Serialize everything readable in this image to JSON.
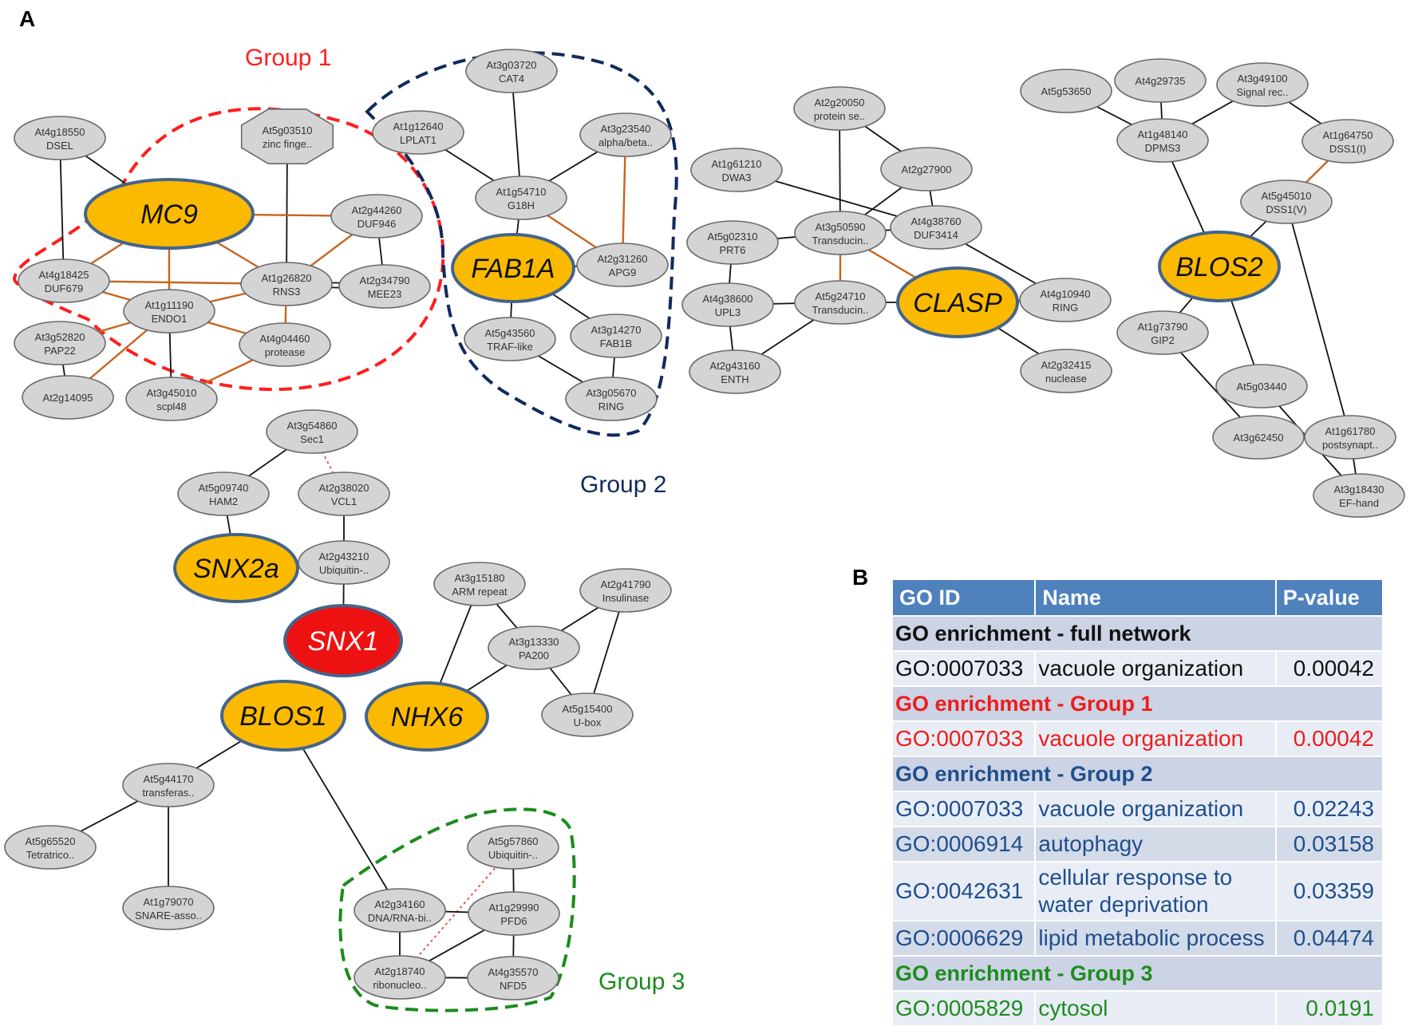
{
  "panel_labels": {
    "a": "A",
    "b": "B"
  },
  "groups": {
    "group1": {
      "label": "Group 1",
      "color": "#ff1e1e"
    },
    "group2": {
      "label": "Group 2",
      "color": "#0f2a5e"
    },
    "group3": {
      "label": "Group 3",
      "color": "#1a8c1a"
    }
  },
  "colors": {
    "node_gray": "#d4d4d4",
    "key_node": "#fbba00",
    "snx1_node": "#ee1111",
    "edge_black": "#111111",
    "edge_orange": "#c8641e",
    "edge_red_dotted": "#e85050"
  },
  "network": {
    "nodes": [
      {
        "id": "At4g18550",
        "line1": "At4g18550",
        "line2": "DSEL"
      },
      {
        "id": "At5g03510",
        "line1": "At5g03510",
        "line2": "zinc finge..",
        "shape": "octagon"
      },
      {
        "id": "MC9",
        "label": "MC9",
        "kind": "key"
      },
      {
        "id": "At2g44260",
        "line1": "At2g44260",
        "line2": "DUF946"
      },
      {
        "id": "At4g18425",
        "line1": "At4g18425",
        "line2": "DUF679"
      },
      {
        "id": "At1g26820",
        "line1": "At1g26820",
        "line2": "RNS3"
      },
      {
        "id": "At2g34790",
        "line1": "At2g34790",
        "line2": "MEE23"
      },
      {
        "id": "At1g11190",
        "line1": "At1g11190",
        "line2": "ENDO1"
      },
      {
        "id": "At3g52820",
        "line1": "At3g52820",
        "line2": "PAP22"
      },
      {
        "id": "At4g04460",
        "line1": "At4g04460",
        "line2": "protease"
      },
      {
        "id": "At2g14095",
        "line1": "At2g14095",
        "line2": ""
      },
      {
        "id": "At3g45010",
        "line1": "At3g45010",
        "line2": "scpl48"
      },
      {
        "id": "At3g03720",
        "line1": "At3g03720",
        "line2": "CAT4"
      },
      {
        "id": "At1g12640",
        "line1": "At1g12640",
        "line2": "LPLAT1"
      },
      {
        "id": "At3g23540",
        "line1": "At3g23540",
        "line2": "alpha/beta.."
      },
      {
        "id": "At1g54710",
        "line1": "At1g54710",
        "line2": "G18H"
      },
      {
        "id": "FAB1A",
        "label": "FAB1A",
        "kind": "key"
      },
      {
        "id": "At2g31260",
        "line1": "At2g31260",
        "line2": "APG9"
      },
      {
        "id": "At5g43560",
        "line1": "At5g43560",
        "line2": "TRAF-like"
      },
      {
        "id": "At3g14270",
        "line1": "At3g14270",
        "line2": "FAB1B"
      },
      {
        "id": "At3g05670",
        "line1": "At3g05670",
        "line2": "RING"
      },
      {
        "id": "At2g20050",
        "line1": "At2g20050",
        "line2": "protein se.."
      },
      {
        "id": "At1g61210",
        "line1": "At1g61210",
        "line2": "DWA3"
      },
      {
        "id": "At2g27900",
        "line1": "At2g27900",
        "line2": ""
      },
      {
        "id": "At3g50590",
        "line1": "At3g50590",
        "line2": "Transducin.."
      },
      {
        "id": "At4g38760",
        "line1": "At4g38760",
        "line2": "DUF3414"
      },
      {
        "id": "At5g02310",
        "line1": "At5g02310",
        "line2": "PRT6"
      },
      {
        "id": "At4g38600",
        "line1": "At4g38600",
        "line2": "UPL3"
      },
      {
        "id": "At5g24710",
        "line1": "At5g24710",
        "line2": "Transducin.."
      },
      {
        "id": "CLASP",
        "label": "CLASP",
        "kind": "key"
      },
      {
        "id": "At4g10940",
        "line1": "At4g10940",
        "line2": "RING"
      },
      {
        "id": "At2g43160",
        "line1": "At2g43160",
        "line2": "ENTH"
      },
      {
        "id": "At2g32415",
        "line1": "At2g32415",
        "line2": "nuclease"
      },
      {
        "id": "At5g53650",
        "line1": "At5g53650",
        "line2": ""
      },
      {
        "id": "At4g29735",
        "line1": "At4g29735",
        "line2": ""
      },
      {
        "id": "At3g49100",
        "line1": "At3g49100",
        "line2": "Signal rec.."
      },
      {
        "id": "At1g48140",
        "line1": "At1g48140",
        "line2": "DPMS3"
      },
      {
        "id": "At1g64750",
        "line1": "At1g64750",
        "line2": "DSS1(I)"
      },
      {
        "id": "At5g45010",
        "line1": "At5g45010",
        "line2": "DSS1(V)"
      },
      {
        "id": "BLOS2",
        "label": "BLOS2",
        "kind": "key"
      },
      {
        "id": "At1g73790",
        "line1": "At1g73790",
        "line2": "GIP2"
      },
      {
        "id": "At5g03440",
        "line1": "At5g03440",
        "line2": ""
      },
      {
        "id": "At3g62450",
        "line1": "At3g62450",
        "line2": ""
      },
      {
        "id": "At1g61780",
        "line1": "At1g61780",
        "line2": "postsynapt.."
      },
      {
        "id": "At3g18430",
        "line1": "At3g18430",
        "line2": "EF-hand"
      },
      {
        "id": "At3g54860",
        "line1": "At3g54860",
        "line2": "Sec1"
      },
      {
        "id": "At5g09740",
        "line1": "At5g09740",
        "line2": "HAM2"
      },
      {
        "id": "At2g38020",
        "line1": "At2g38020",
        "line2": "VCL1"
      },
      {
        "id": "SNX2a",
        "label": "SNX2a",
        "kind": "key"
      },
      {
        "id": "At2g43210",
        "line1": "At2g43210",
        "line2": "Ubiquitin-.."
      },
      {
        "id": "SNX1",
        "label": "SNX1",
        "kind": "snx1"
      },
      {
        "id": "At3g15180",
        "line1": "At3g15180",
        "line2": "ARM repeat"
      },
      {
        "id": "At2g41790",
        "line1": "At2g41790",
        "line2": "Insulinase"
      },
      {
        "id": "At3g13330",
        "line1": "At3g13330",
        "line2": "PA200"
      },
      {
        "id": "At5g15400",
        "line1": "At5g15400",
        "line2": "U-box"
      },
      {
        "id": "BLOS1",
        "label": "BLOS1",
        "kind": "key"
      },
      {
        "id": "NHX6",
        "label": "NHX6",
        "kind": "key"
      },
      {
        "id": "At5g44170",
        "line1": "At5g44170",
        "line2": "transferas.."
      },
      {
        "id": "At5g65520",
        "line1": "At5g65520",
        "line2": "Tetratrico.."
      },
      {
        "id": "At1g79070",
        "line1": "At1g79070",
        "line2": "SNARE-asso.."
      },
      {
        "id": "At5g57860",
        "line1": "At5g57860",
        "line2": "Ubiquitin-.."
      },
      {
        "id": "At2g34160",
        "line1": "At2g34160",
        "line2": "DNA/RNA-bi.."
      },
      {
        "id": "At1g29990",
        "line1": "At1g29990",
        "line2": "PFD6"
      },
      {
        "id": "At2g18740",
        "line1": "At2g18740",
        "line2": "ribonucleo.."
      },
      {
        "id": "At4g35570",
        "line1": "At4g35570",
        "line2": "NFD5"
      }
    ],
    "edges": [
      [
        "At4g18550",
        "MC9",
        "black"
      ],
      [
        "At4g18550",
        "At4g18425",
        "black"
      ],
      [
        "At5g03510",
        "At1g26820",
        "black"
      ],
      [
        "MC9",
        "At4g18425",
        "orange"
      ],
      [
        "MC9",
        "At1g11190",
        "orange"
      ],
      [
        "MC9",
        "At2g44260",
        "orange"
      ],
      [
        "MC9",
        "At1g26820",
        "orange"
      ],
      [
        "At4g18425",
        "At1g11190",
        "orange"
      ],
      [
        "At4g18425",
        "At1g26820",
        "orange"
      ],
      [
        "At1g26820",
        "At1g11190",
        "orange"
      ],
      [
        "At1g26820",
        "At2g44260",
        "orange"
      ],
      [
        "At1g26820",
        "At2g34790",
        "double"
      ],
      [
        "At1g26820",
        "At4g04460",
        "orange"
      ],
      [
        "At2g44260",
        "At2g34790",
        "black"
      ],
      [
        "At1g11190",
        "At3g52820",
        "orange"
      ],
      [
        "At1g11190",
        "At2g14095",
        "orange"
      ],
      [
        "At1g11190",
        "At3g45010",
        "black"
      ],
      [
        "At1g11190",
        "At4g04460",
        "orange"
      ],
      [
        "At4g04460",
        "At3g45010",
        "orange"
      ],
      [
        "At3g52820",
        "At2g14095",
        "black"
      ],
      [
        "At3g03720",
        "At1g54710",
        "black"
      ],
      [
        "At1g12640",
        "At1g54710",
        "black"
      ],
      [
        "At3g23540",
        "At1g54710",
        "black"
      ],
      [
        "At3g23540",
        "At2g31260",
        "orange"
      ],
      [
        "At1g54710",
        "FAB1A",
        "black"
      ],
      [
        "At1g54710",
        "At2g31260",
        "orange"
      ],
      [
        "FAB1A",
        "At2g31260",
        "black"
      ],
      [
        "FAB1A",
        "At3g14270",
        "black"
      ],
      [
        "FAB1A",
        "At5g43560",
        "black"
      ],
      [
        "At3g14270",
        "At3g05670",
        "black"
      ],
      [
        "At5g43560",
        "At3g05670",
        "black"
      ],
      [
        "At2g20050",
        "At2g27900",
        "black"
      ],
      [
        "At2g20050",
        "At3g50590",
        "black"
      ],
      [
        "At1g61210",
        "At4g38760",
        "black"
      ],
      [
        "At2g27900",
        "At3g50590",
        "black"
      ],
      [
        "At2g27900",
        "At4g38760",
        "black"
      ],
      [
        "At3g50590",
        "At5g02310",
        "black"
      ],
      [
        "At3g50590",
        "At4g38760",
        "black"
      ],
      [
        "At3g50590",
        "At5g24710",
        "orange"
      ],
      [
        "At3g50590",
        "CLASP",
        "orange"
      ],
      [
        "At4g38760",
        "At4g10940",
        "black"
      ],
      [
        "At5g02310",
        "At4g38600",
        "black"
      ],
      [
        "At4g38600",
        "At5g24710",
        "black"
      ],
      [
        "At4g38600",
        "At2g43160",
        "black"
      ],
      [
        "At5g24710",
        "CLASP",
        "black"
      ],
      [
        "At5g24710",
        "At2g43160",
        "black"
      ],
      [
        "CLASP",
        "At4g10940",
        "black"
      ],
      [
        "CLASP",
        "At2g32415",
        "black"
      ],
      [
        "At5g53650",
        "At1g48140",
        "black"
      ],
      [
        "At4g29735",
        "At1g48140",
        "black"
      ],
      [
        "At3g49100",
        "At1g48140",
        "black"
      ],
      [
        "At3g49100",
        "At1g64750",
        "black"
      ],
      [
        "At1g48140",
        "BLOS2",
        "black"
      ],
      [
        "At1g64750",
        "At5g45010",
        "orange"
      ],
      [
        "At5g45010",
        "BLOS2",
        "black"
      ],
      [
        "At5g45010",
        "At1g61780",
        "black"
      ],
      [
        "BLOS2",
        "At1g73790",
        "black"
      ],
      [
        "BLOS2",
        "At5g03440",
        "black"
      ],
      [
        "At1g73790",
        "At3g62450",
        "black"
      ],
      [
        "At5g03440",
        "At3g18430",
        "black"
      ],
      [
        "At3g62450",
        "At1g61780",
        "black"
      ],
      [
        "At1g61780",
        "At3g18430",
        "black"
      ],
      [
        "At3g54860",
        "At5g09740",
        "black"
      ],
      [
        "At3g54860",
        "At2g38020",
        "red-dotted"
      ],
      [
        "At5g09740",
        "SNX2a",
        "black"
      ],
      [
        "At2g38020",
        "At2g43210",
        "black"
      ],
      [
        "At2g43210",
        "SNX1",
        "black"
      ],
      [
        "At3g15180",
        "At3g13330",
        "black"
      ],
      [
        "At3g15180",
        "NHX6",
        "black"
      ],
      [
        "At2g41790",
        "At3g13330",
        "black"
      ],
      [
        "At2g41790",
        "At5g15400",
        "black"
      ],
      [
        "At3g13330",
        "NHX6",
        "black"
      ],
      [
        "At3g13330",
        "At5g15400",
        "black"
      ],
      [
        "BLOS1",
        "At5g44170",
        "black"
      ],
      [
        "BLOS1",
        "At2g34160",
        "black"
      ],
      [
        "At5g44170",
        "At5g65520",
        "black"
      ],
      [
        "At5g44170",
        "At1g79070",
        "black"
      ],
      [
        "At5g57860",
        "At1g29990",
        "black"
      ],
      [
        "At5g57860",
        "At2g18740",
        "red-dotted"
      ],
      [
        "At2g34160",
        "At1g29990",
        "black"
      ],
      [
        "At2g34160",
        "At2g18740",
        "black"
      ],
      [
        "At1g29990",
        "At2g18740",
        "black"
      ],
      [
        "At1g29990",
        "At4g35570",
        "black"
      ],
      [
        "At2g18740",
        "At4g35570",
        "black"
      ]
    ]
  },
  "go_table": {
    "headers": [
      "GO ID",
      "Name",
      "P-value"
    ],
    "sections": [
      {
        "title": "GO enrichment - full network",
        "color": "black",
        "rows": [
          {
            "id": "GO:0007033",
            "name": "vacuole organization",
            "p": "0.00042"
          }
        ]
      },
      {
        "title": "GO enrichment - Group 1",
        "color": "red",
        "rows": [
          {
            "id": "GO:0007033",
            "name": "vacuole organization",
            "p": "0.00042"
          }
        ]
      },
      {
        "title": "GO enrichment - Group 2",
        "color": "blue",
        "rows": [
          {
            "id": "GO:0007033",
            "name": "vacuole organization",
            "p": "0.02243"
          },
          {
            "id": "GO:0006914",
            "name": "autophagy",
            "p": "0.03158"
          },
          {
            "id": "GO:0042631",
            "name": "cellular response to water deprivation",
            "p": "0.03359"
          },
          {
            "id": "GO:0006629",
            "name": "lipid metabolic process",
            "p": "0.04474"
          }
        ]
      },
      {
        "title": "GO enrichment - Group 3",
        "color": "green",
        "rows": [
          {
            "id": "GO:0005829",
            "name": "cytosol",
            "p": "0.0191"
          }
        ]
      }
    ]
  }
}
